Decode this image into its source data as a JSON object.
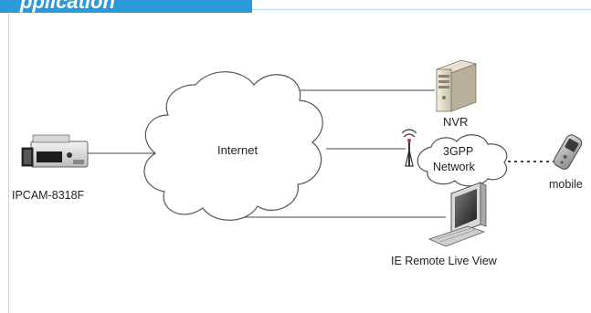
{
  "header": {
    "banner_text": "pplication"
  },
  "diagram": {
    "cloud_label": "Internet",
    "nodes": {
      "camera": "IPCAM-8318F",
      "nvr": "NVR",
      "network_line1": "3GPP",
      "network_line2": "Network",
      "mobile": "mobile",
      "pc": "IE Remote Live View"
    }
  },
  "colors": {
    "banner": "#2b9ad8",
    "lines": "#444444",
    "rule": "#b8d8ee"
  }
}
